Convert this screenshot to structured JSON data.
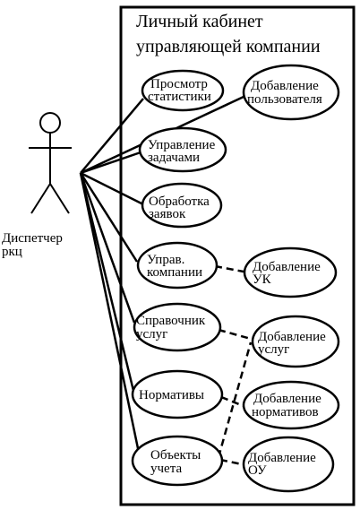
{
  "boundary": {
    "title_line1": "Личный кабинет",
    "title_line2": "управляющей компании"
  },
  "actor": {
    "label_line1": "Диспетчер",
    "label_line2": "ркц"
  },
  "use_cases": {
    "view_stats": {
      "line1": "Просмотр",
      "line2": "статистики"
    },
    "task_mgmt": {
      "line1": "Управление",
      "line2": "задачами"
    },
    "requests": {
      "line1": "Обработка",
      "line2": "заявок"
    },
    "company_mgmt": {
      "line1": "Управ.",
      "line2": "компании"
    },
    "services_ref": {
      "line1": "Справочник",
      "line2": "услуг"
    },
    "norms": {
      "line1": "Нормативы"
    },
    "accounting_objects": {
      "line1": "Объекты",
      "line2": "учета"
    },
    "add_user": {
      "line1": "Добавление",
      "line2": "пользователя"
    },
    "add_uk": {
      "line1": "Добавление",
      "line2": "УК"
    },
    "add_services": {
      "line1": "Добавление",
      "line2": "услуг"
    },
    "add_norms": {
      "line1": "Добавление",
      "line2": "нормативов"
    },
    "add_ou": {
      "line1": "Добавление",
      "line2": "ОУ"
    }
  }
}
